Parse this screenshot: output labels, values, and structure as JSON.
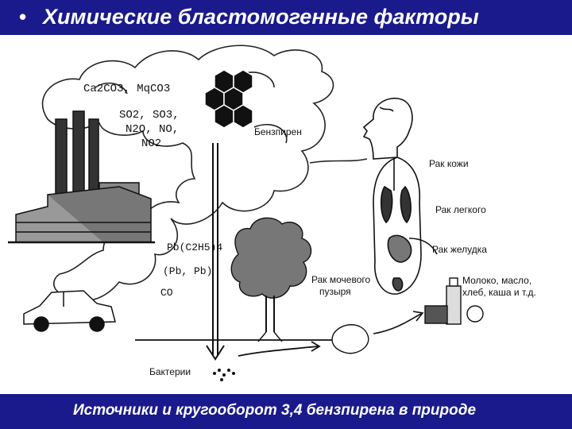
{
  "header": {
    "bullet": "•",
    "title": "Химические бластомогенные факторы",
    "bg_color": "#1a1a8c",
    "text_color": "#ffffff"
  },
  "diagram": {
    "emissions_top": "Ca2CO3, MqCO3",
    "emissions_mid1": "SO2, SO3,",
    "emissions_mid2": "N2O, NO,",
    "emissions_mid3": "NO2",
    "benzpyrene": "Бензпирен",
    "skin_cancer": "Рак кожи",
    "lung_cancer": "Рак легкого",
    "stomach_cancer": "Рак желудка",
    "bladder_cancer_1": "Рак мочевого",
    "bladder_cancer_2": "пузыря",
    "food_1": "Молоко, масло,",
    "food_2": "хлеб, каша и т.д.",
    "car_emission_1": "Pb(C2H5)4",
    "car_emission_2": "(Pb, Pb)",
    "car_emission_3": "CO",
    "bacteria": "Бактерии"
  },
  "footer": {
    "caption": "Источники и кругооборот 3,4 бензпирена в природе"
  }
}
